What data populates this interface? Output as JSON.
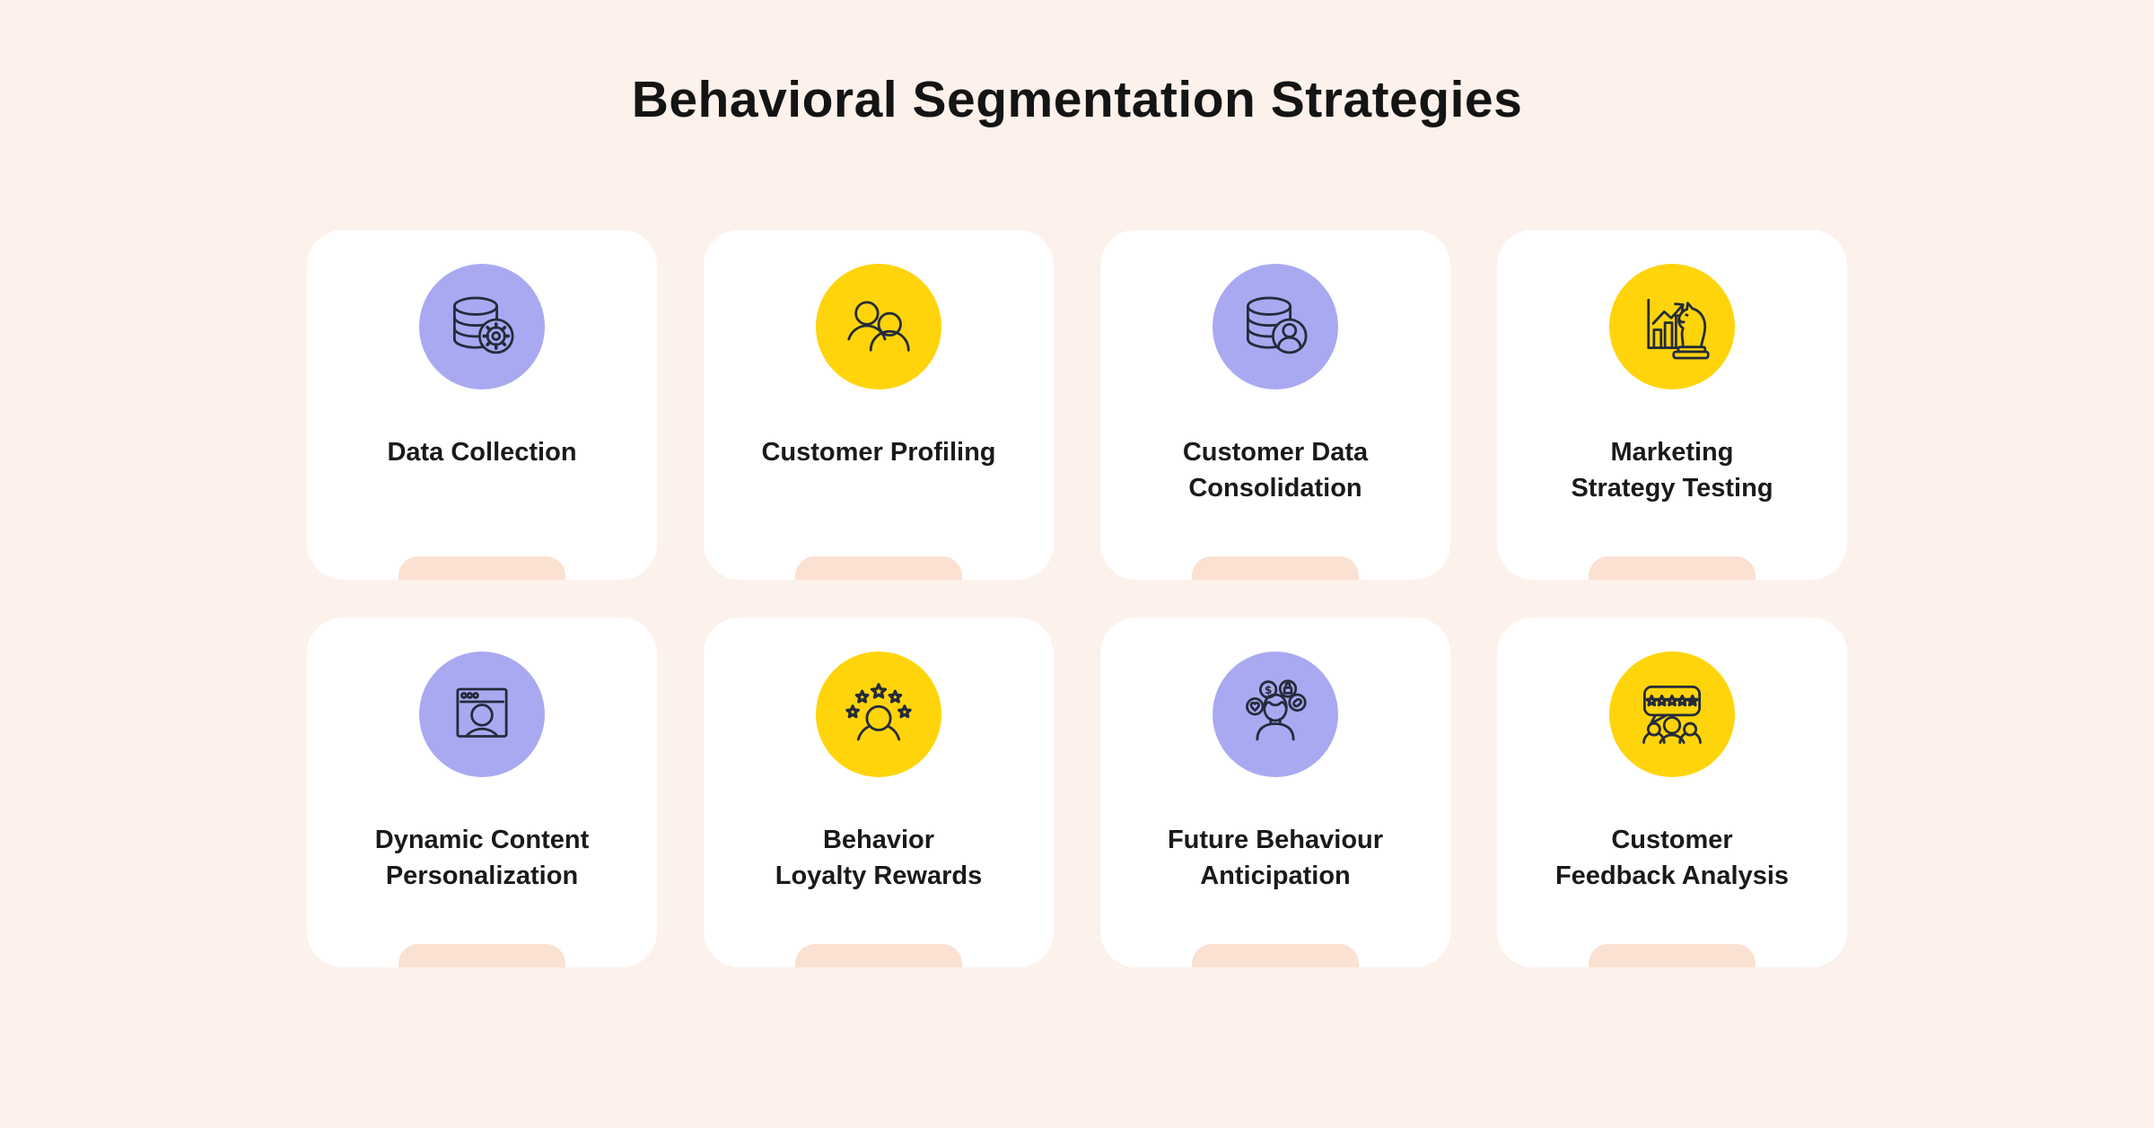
{
  "title": "Behavioral Segmentation Strategies",
  "palette": {
    "background": "#FDF1EB",
    "card": "#FFFFFF",
    "tab": "#FBE1D2",
    "purple_circle": "#A9A9F2",
    "yellow_circle": "#FFD40A",
    "icon_stroke": "#242B3A",
    "title_text": "#141414",
    "card_text": "#1A1A1A"
  },
  "cards": [
    {
      "id": "data-collection",
      "lines": [
        "Data Collection"
      ],
      "icon": "database-gear-icon",
      "circle": "purple"
    },
    {
      "id": "customer-profiling",
      "lines": [
        "Customer Profiling"
      ],
      "icon": "two-users-icon",
      "circle": "yellow"
    },
    {
      "id": "customer-data-consolidation",
      "lines": [
        "Customer Data",
        "Consolidation"
      ],
      "icon": "database-user-icon",
      "circle": "purple"
    },
    {
      "id": "marketing-strategy-testing",
      "lines": [
        "Marketing",
        "Strategy Testing"
      ],
      "icon": "growth-chart-chess-knight-icon",
      "circle": "yellow"
    },
    {
      "id": "dynamic-content-personalization",
      "lines": [
        "Dynamic Content",
        "Personalization"
      ],
      "icon": "browser-user-icon",
      "circle": "purple"
    },
    {
      "id": "behavior-loyalty-rewards",
      "lines": [
        "Behavior",
        "Loyalty Rewards"
      ],
      "icon": "user-five-stars-icon",
      "circle": "yellow"
    },
    {
      "id": "future-behaviour-anticipation",
      "lines": [
        "Future Behaviour",
        "Anticipation"
      ],
      "icon": "mind-preferences-icon",
      "circle": "purple"
    },
    {
      "id": "customer-feedback-analysis",
      "lines": [
        "Customer",
        "Feedback Analysis"
      ],
      "icon": "star-review-people-icon",
      "circle": "yellow"
    }
  ]
}
